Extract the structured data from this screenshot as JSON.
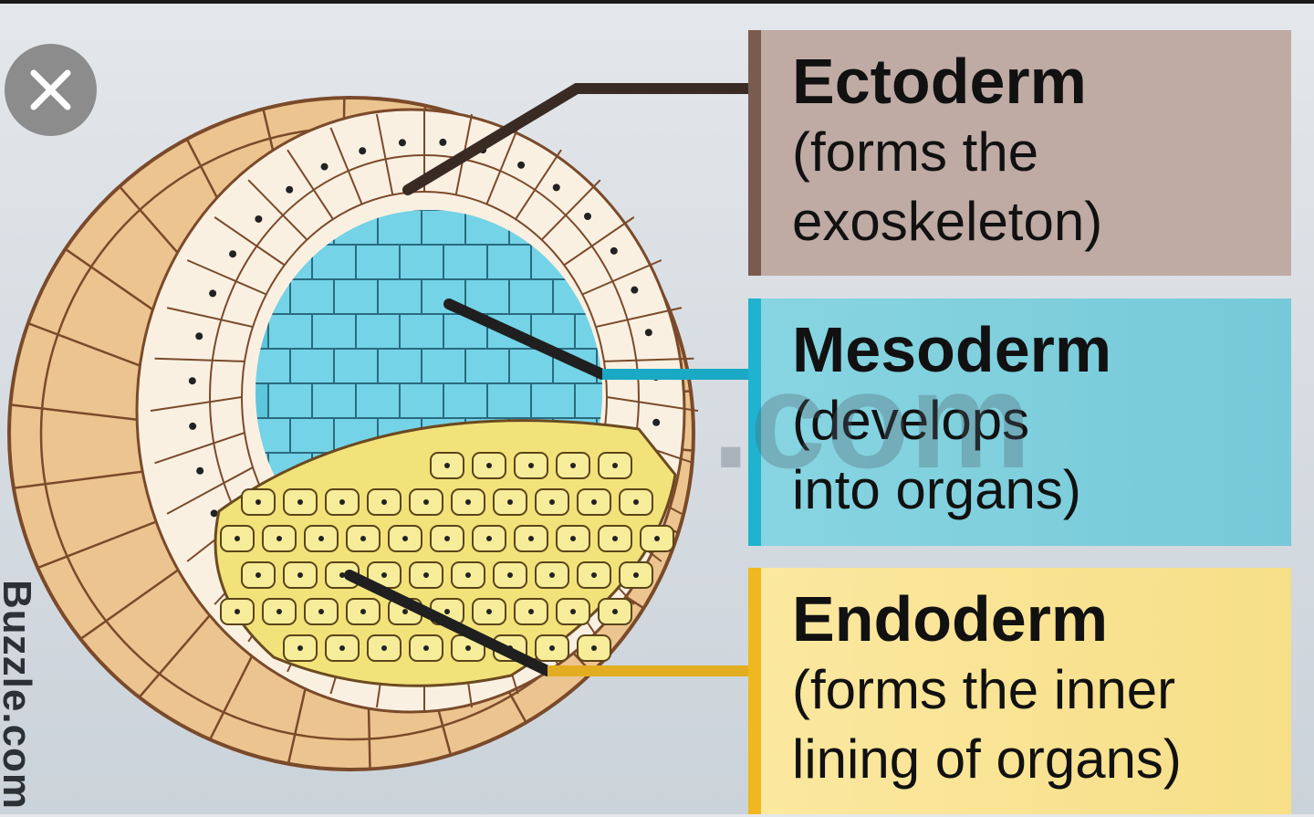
{
  "watermark": {
    "side_text": "Buzzle.com",
    "center_text": ".com"
  },
  "close_button": {
    "icon": "close-icon"
  },
  "labels": [
    {
      "title": "Ectoderm",
      "line1": "(forms the",
      "line2": "exoskeleton)",
      "color": "#bfaba4",
      "accent": "#7a5b4f"
    },
    {
      "title": "Mesoderm",
      "line1": "(develops",
      "line2": "into organs)",
      "color": "#88d5e2",
      "accent": "#1fb3cf"
    },
    {
      "title": "Endoderm",
      "line1": "(forms the inner",
      "line2": "lining of organs)",
      "color": "#fbe8a0",
      "accent": "#efb81e"
    }
  ]
}
